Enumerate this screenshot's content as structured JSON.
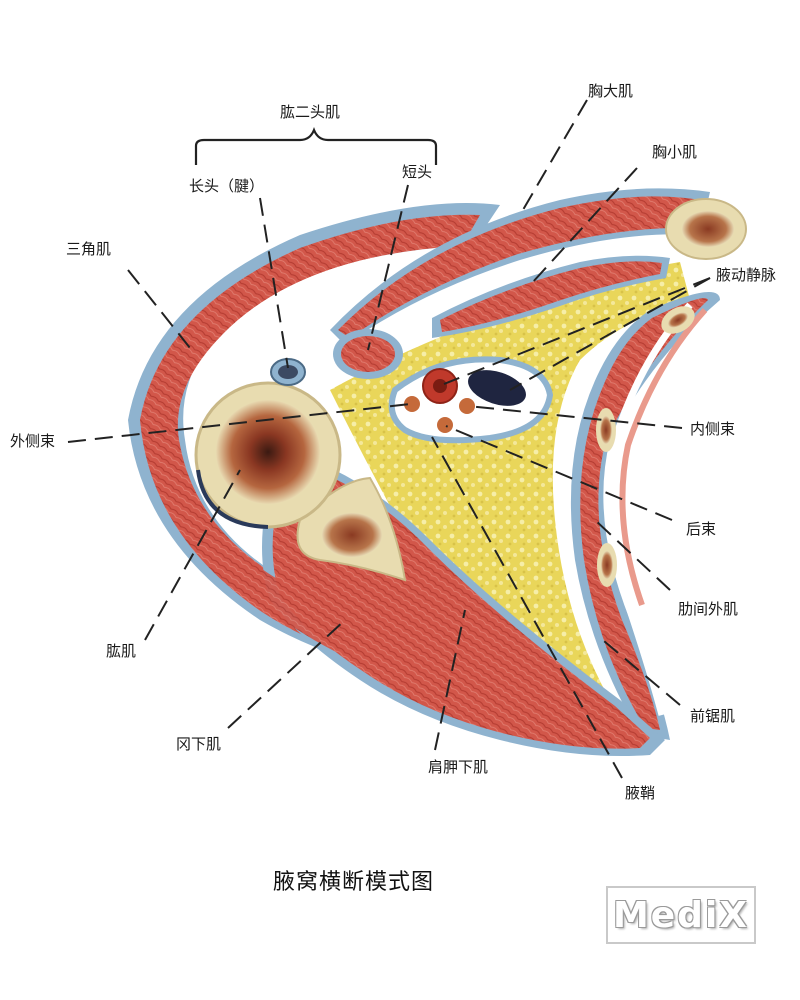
{
  "title": "腋窝横断模式图",
  "watermark": "MediX",
  "labels": {
    "biceps": "肱二头肌",
    "long_head": "长头（腱）",
    "short_head": "短头",
    "pec_major": "胸大肌",
    "pec_minor": "胸小肌",
    "axillary_vessels": "腋动静脉",
    "deltoid": "三角肌",
    "lateral_cord": "外侧束",
    "medial_cord": "内侧束",
    "posterior_cord": "后束",
    "ext_intercostal": "肋间外肌",
    "humerus": "肱肌",
    "infraspinatus": "冈下肌",
    "subscapularis": "肩胛下肌",
    "serratus": "前锯肌",
    "axillary_sheath": "腋鞘"
  },
  "colors": {
    "muscle": "#c9473c",
    "muscle_light": "#dd7468",
    "fascia_blue": "#8fb3cf",
    "fat_yellow": "#ecdd5a",
    "bone": "#ece0b8",
    "marrow": "#a4482f",
    "artery": "#c0392b",
    "vein": "#1f2540"
  }
}
